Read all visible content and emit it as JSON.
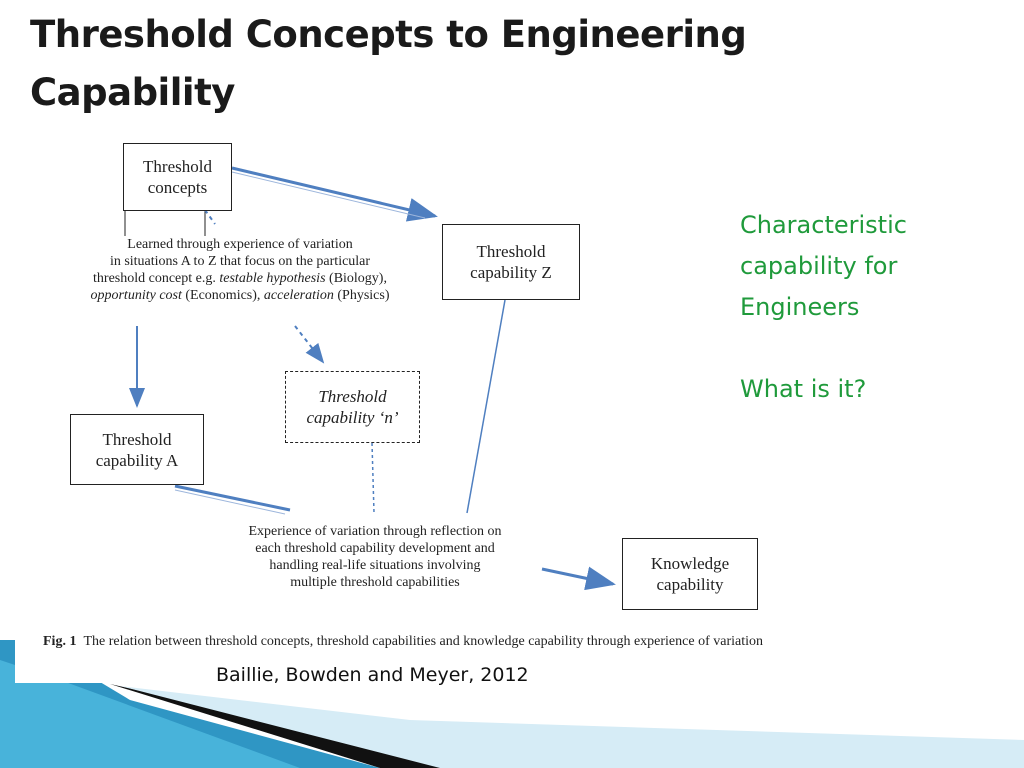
{
  "slide": {
    "title_line1": "Threshold Concepts to Engineering",
    "title_line2": "Capability"
  },
  "figure": {
    "boxes": {
      "threshold_concepts": [
        "Threshold",
        "concepts"
      ],
      "capability_z": [
        "Threshold",
        "capability Z"
      ],
      "capability_n": [
        "Threshold",
        "capability ‘n’"
      ],
      "capability_a": [
        "Threshold",
        "capability A"
      ],
      "knowledge": [
        "Knowledge",
        "capability"
      ]
    },
    "note_top": {
      "line1": "Learned through experience of variation",
      "line2": "in situations A to Z that focus on the particular",
      "line3_pre": "threshold concept e.g. ",
      "line3_em": "testable hypothesis",
      "line3_post": " (Biology),",
      "line4_em1": "opportunity cost",
      "line4_mid": " (Economics), ",
      "line4_em2": "acceleration",
      "line4_post": " (Physics)"
    },
    "note_bottom": [
      "Experience of variation through reflection on",
      "each threshold capability development and",
      "handling real-life situations involving",
      "multiple threshold capabilities"
    ],
    "caption_label": "Fig. 1",
    "caption_text": "The relation between threshold concepts, threshold capabilities and knowledge capability through experience of variation",
    "colors": {
      "arrow": "#4f7fc0",
      "border": "#222222"
    }
  },
  "side_text": {
    "line1": "Characteristic",
    "line2": "capability for",
    "line3": "Engineers",
    "question": "What is it?"
  },
  "citation": "Baillie, Bowden and Meyer, 2012",
  "theme": {
    "accent_green": "#1f9a3b",
    "deco_dark": "#111111",
    "deco_blue": "#3aa5cf",
    "deco_light": "#bfe3f2"
  }
}
